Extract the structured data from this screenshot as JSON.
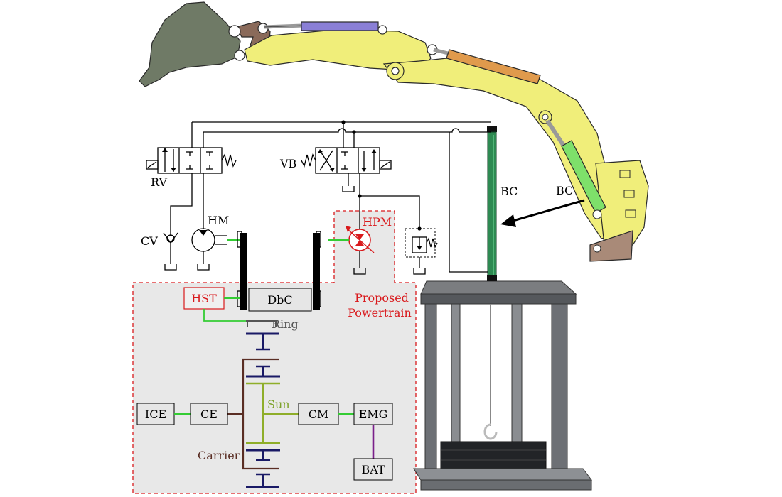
{
  "labels": {
    "rv": "RV",
    "vb": "VB",
    "cv": "CV",
    "hm": "HM",
    "hpm": "HPM",
    "bc_left": "BC",
    "bc_right": "BC",
    "hst": "HST",
    "dbc": "DbC",
    "ring": "Ring",
    "sun": "Sun",
    "carrier": "Carrier",
    "ice": "ICE",
    "ce": "CE",
    "cm": "CM",
    "emg": "EMG",
    "bat": "BAT",
    "powertrain_line1": "Proposed",
    "powertrain_line2": "Powertrain"
  },
  "colors": {
    "hydraulic_red": "#d9191c",
    "shaft_green": "#33cc33",
    "sun_green": "#8fae2a",
    "carrier_brown": "#5a2e24",
    "gear_navy": "#1a1a66",
    "electric_purple": "#7a1f8a",
    "boom_yellow": "#f0ee7a",
    "cylinder_purple": "#8a7fd6",
    "cylinder_orange": "#e09a4c",
    "bucket_gray": "#6f7a66",
    "link_brown": "#8a6a5a",
    "powertrain_bg": "#e8e8e8"
  }
}
